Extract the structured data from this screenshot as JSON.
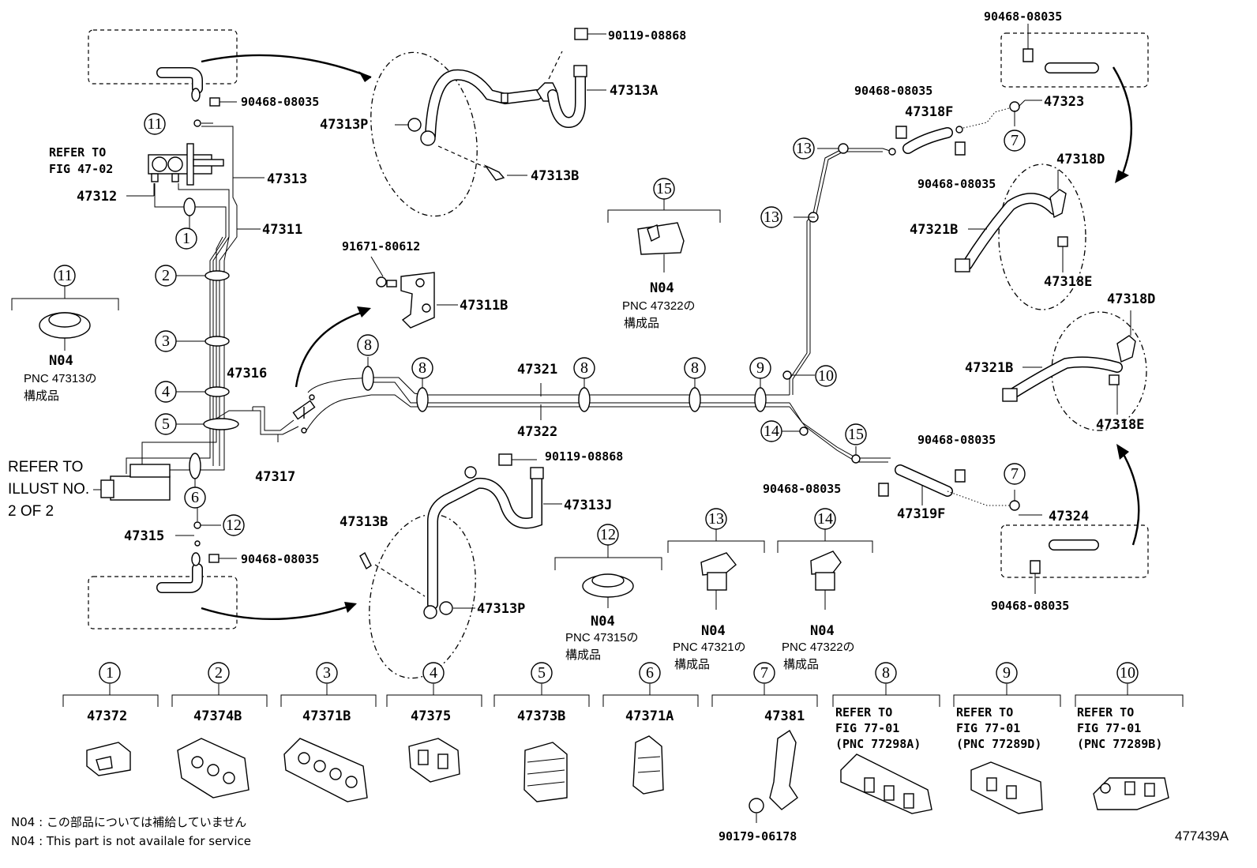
{
  "diagram_code": "477439A",
  "parts": {
    "p47313A": "47313A",
    "p47313P_top": "47313P",
    "p47313B_top": "47313B",
    "p90119_top": "90119-08868",
    "p90468_top": "90468-08035",
    "p47313": "47313",
    "p47312": "47312",
    "p47311": "47311",
    "p47316": "47316",
    "p47317": "47317",
    "p47315": "47315",
    "p90468_bot": "90468-08035",
    "p91671": "91671-80612",
    "p47311B": "47311B",
    "p90119_bot": "90119-08868",
    "p47313J": "47313J",
    "p47313B_bot": "47313B",
    "p47313P_bot": "47313P",
    "p47321": "47321",
    "p47322": "47322",
    "p90468_r1": "90468-08035",
    "p47318F": "47318F",
    "p90468_r2": "90468-08035",
    "p90468_r3": "90468-08035",
    "p47323": "47323",
    "p47318D_a": "47318D",
    "p47321B_a": "47321B",
    "p47318E_a": "47318E",
    "p47318D_b": "47318D",
    "p47321B_b": "47321B",
    "p47318E_b": "47318E",
    "p90468_r4": "90468-08035",
    "p90468_r5": "90468-08035",
    "p47319F": "47319F",
    "p47324": "47324",
    "p90468_r6": "90468-08035"
  },
  "refer_fig": [
    "REFER TO",
    "FIG 47-02"
  ],
  "refer_illust": [
    "REFER TO",
    "ILLUST NO.",
    "2 OF 2"
  ],
  "detail_callouts": [
    {
      "num": "11",
      "code": "N04",
      "pnc": "PNC 47313の",
      "jp": "構成品"
    },
    {
      "num": "15",
      "code": "N04",
      "pnc": "PNC 47322の",
      "jp": "構成品"
    },
    {
      "num": "12",
      "code": "N04",
      "pnc": "PNC 47315の",
      "jp": "構成品"
    },
    {
      "num": "13",
      "code": "N04",
      "pnc": "PNC 47321の",
      "jp": "構成品"
    },
    {
      "num": "14",
      "code": "N04",
      "pnc": "PNC 47322の",
      "jp": "構成品"
    }
  ],
  "clamp_callouts": [
    "1",
    "2",
    "3",
    "4",
    "5",
    "6",
    "7",
    "8",
    "9",
    "10",
    "11",
    "12",
    "13",
    "14",
    "15"
  ],
  "bottom_parts": [
    {
      "num": "1",
      "part": "47372"
    },
    {
      "num": "2",
      "part": "47374B"
    },
    {
      "num": "3",
      "part": "47371B"
    },
    {
      "num": "4",
      "part": "47375"
    },
    {
      "num": "5",
      "part": "47373B"
    },
    {
      "num": "6",
      "part": "47371A"
    },
    {
      "num": "7",
      "part": "47381",
      "sub": "90179-06178"
    },
    {
      "num": "8",
      "lines": [
        "REFER TO",
        "FIG 77-01",
        "(PNC 77298A)"
      ]
    },
    {
      "num": "9",
      "lines": [
        "REFER TO",
        "FIG 77-01",
        "(PNC 77289D)"
      ]
    },
    {
      "num": "10",
      "lines": [
        "REFER TO",
        "FIG 77-01",
        "(PNC 77289B)"
      ]
    }
  ],
  "notes": [
    "N04 : この部品については補給していません",
    "N04 : This part is not availale for service"
  ]
}
